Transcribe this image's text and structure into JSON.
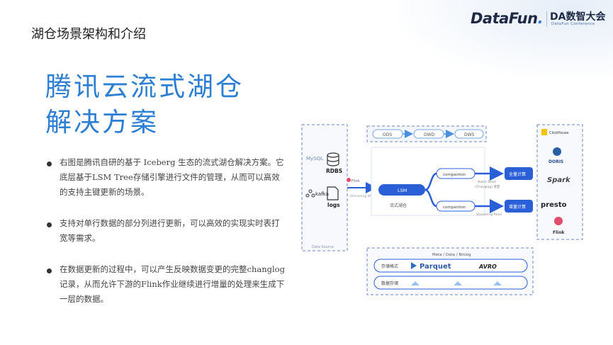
{
  "header": {
    "section_title": "湖仓场景架构和介绍",
    "logo_datafun": "DataFun",
    "logo_datafun_dot": ".",
    "logo_da": "DA数智大会",
    "logo_da_sub": "DataFun Conference"
  },
  "title": {
    "line1": "腾讯云流式湖仓",
    "line2": "解决方案"
  },
  "bullets": [
    {
      "text": "右图是腾讯自研的基于 Iceberg 生态的流式湖仓解决方案。它底层基于LSM Tree存储引擎进行文件的管理，从而可以高效的支持主键更新的场景。"
    },
    {
      "text": "支持对单行数据的部分列进行更新，可以高效的实现实时表打宽等需求。"
    },
    {
      "text": "在数据更新的过程中，可以产生反映数据变更的完整changlog记录，从而允许下游的Flink作业继续进行增量的处理来生成下一层的数据。"
    }
  ],
  "diagram": {
    "sources": {
      "mysql": "MySQL",
      "rdbs": "RDBS",
      "kafka": "kafka",
      "logs": "logs",
      "flink": "Flink",
      "streaming_write": "Streaming Write",
      "footer": "Data Source"
    },
    "layers": [
      "ODS",
      "DWD",
      "DWS"
    ],
    "lsm": "LSM",
    "lake_label": "流式湖仓",
    "compaction_top": "compaction",
    "compaction_bottom": "compaction",
    "batch_read": "Batch Read",
    "streaming_read_top": "(Changlog) 增量",
    "streaming_read_bottom": "Streaming Read",
    "out_top": "全量计算",
    "out_bottom": "增量计算",
    "meta_title": "Meta / Data / Binlog",
    "storage_format": "存储格式",
    "parquet": "Parquet",
    "avro": "AVRO",
    "storage_sys": "数据存储",
    "engines": {
      "clickhouse": "ClickHouse",
      "doris": "DORIS",
      "spark": "Spark",
      "presto": "presto",
      "flink": "Flink"
    },
    "colors": {
      "accent": "#2d7fd3",
      "deep": "#2a5fd8",
      "dash": "#6b86c4"
    }
  }
}
